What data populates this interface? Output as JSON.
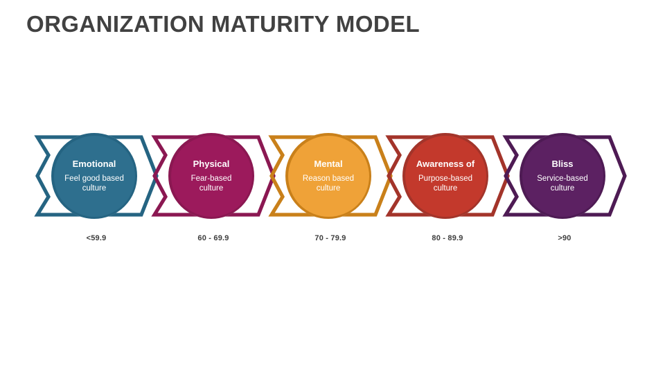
{
  "title": "ORGANIZATION MATURITY MODEL",
  "title_color": "#414141",
  "background": "#ffffff",
  "chart_data": {
    "type": "diagram",
    "title": "ORGANIZATION MATURITY MODEL",
    "subtype": "chevron-process-stages",
    "stage_count": 5,
    "categories": [
      "Emotional",
      "Physical",
      "Mental",
      "Awareness of",
      "Bliss"
    ],
    "values": [
      "<59.9",
      "60 - 69.9",
      "70 - 79.9",
      "80 - 89.9",
      ">90"
    ],
    "descriptions": [
      "Feel good based culture",
      "Fear-based culture",
      "Reason based culture",
      "Purpose-based culture",
      "Service-based culture"
    ],
    "legend": [],
    "xlabel": "",
    "ylabel": ""
  },
  "stages": [
    {
      "name": "Emotional",
      "desc_line1": "Feel good based",
      "desc_line2": "culture",
      "range": "<59.9",
      "fill": "#2E6F8E",
      "stroke": "#256482"
    },
    {
      "name": "Physical",
      "desc_line1": "Fear-based",
      "desc_line2": "culture",
      "range": "60 - 69.9",
      "fill": "#9C1A5C",
      "stroke": "#8B1852"
    },
    {
      "name": "Mental",
      "desc_line1": "Reason based",
      "desc_line2": "culture",
      "range": "70 - 79.9",
      "fill": "#EFA238",
      "stroke": "#C9801A"
    },
    {
      "name": "Awareness of",
      "desc_line1": "Purpose-based",
      "desc_line2": "culture",
      "range": "80 - 89.9",
      "fill": "#C3392C",
      "stroke": "#A3342A"
    },
    {
      "name": "Bliss",
      "desc_line1": "Service-based",
      "desc_line2": "culture",
      "range": ">90",
      "fill": "#5C2162",
      "stroke": "#4E1B54"
    }
  ]
}
